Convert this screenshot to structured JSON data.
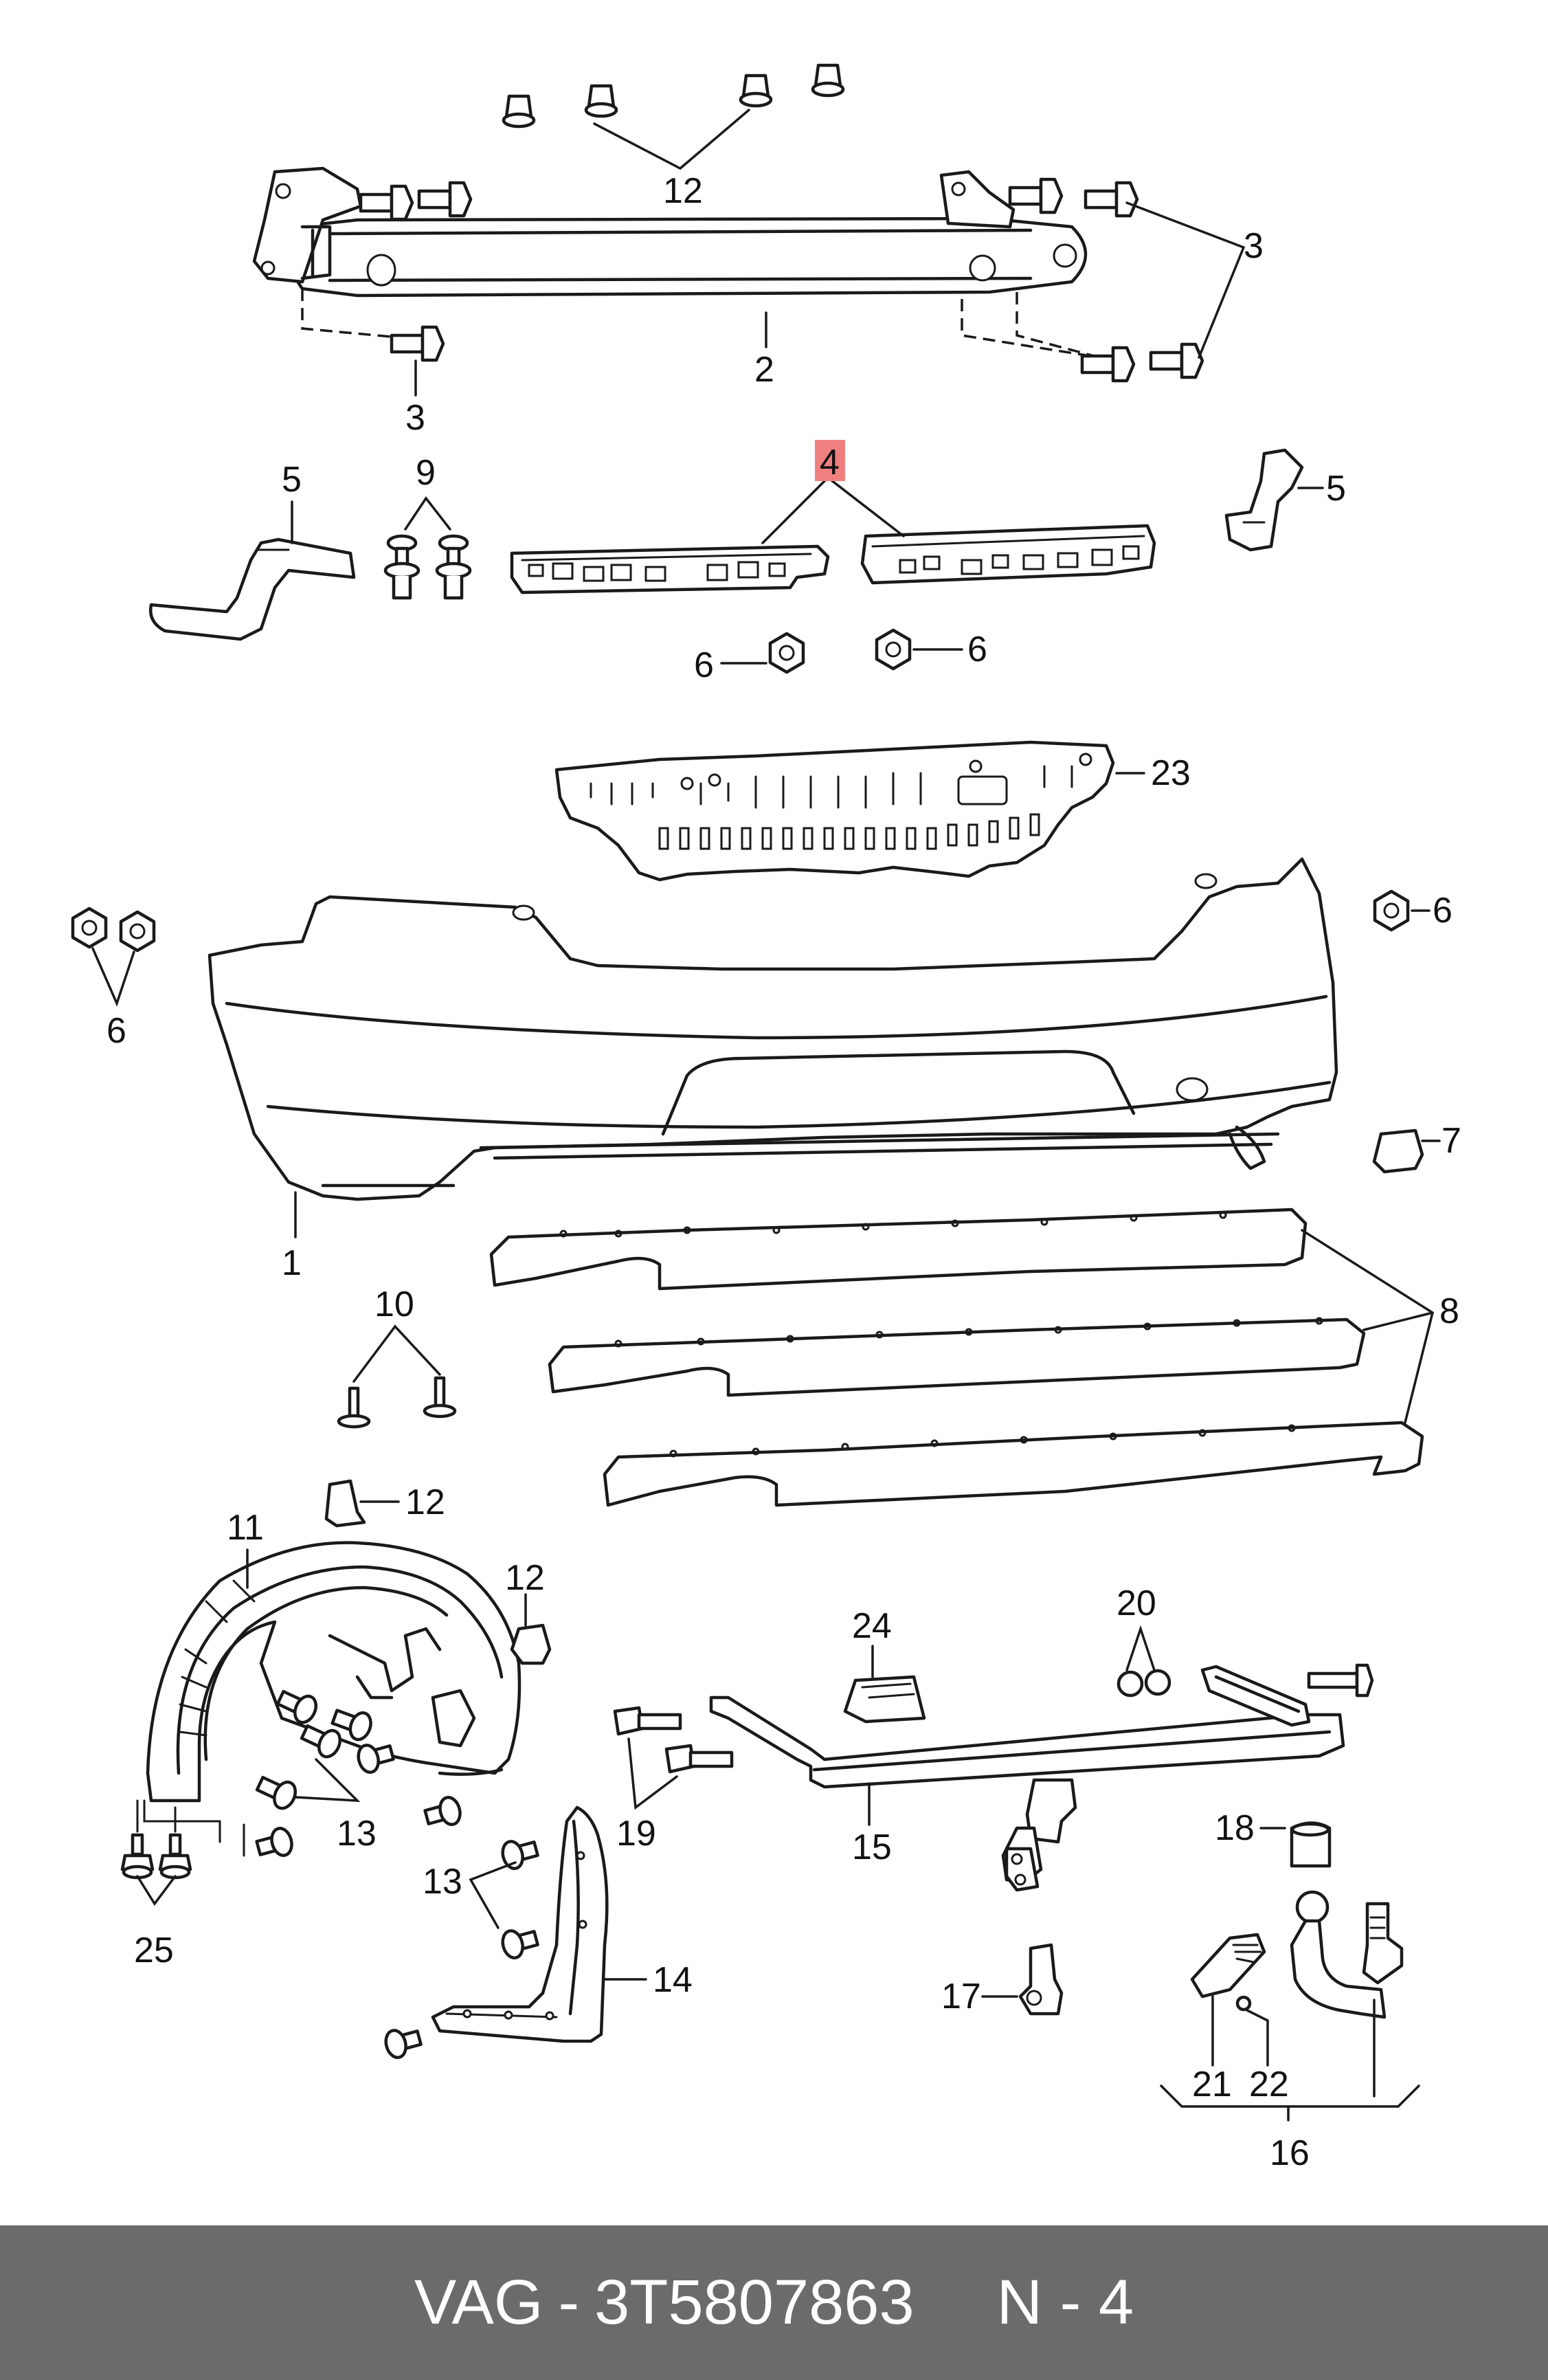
{
  "callouts": {
    "c12_top": "12",
    "c3_right": "3",
    "c2": "2",
    "c3_left": "3",
    "c5_left": "5",
    "c9": "9",
    "c4": "4",
    "c5_right": "5",
    "c6_left_mid": "6",
    "c6_right_mid": "6",
    "c23": "23",
    "c6_left": "6",
    "c6_right": "6",
    "c7": "7",
    "c1": "1",
    "c8": "8",
    "c10": "10",
    "c12_mid": "12",
    "c11": "11",
    "c12_low": "12",
    "c24": "24",
    "c20": "20",
    "c13_a": "13",
    "c19": "19",
    "c15": "15",
    "c18": "18",
    "c25": "25",
    "c13_b": "13",
    "c14": "14",
    "c17": "17",
    "c21": "21",
    "c22": "22",
    "c16": "16"
  },
  "highlighted_callout": "4",
  "highlight_color": "#f08080",
  "footer": {
    "brand": "VAG",
    "separator": "-",
    "part_number": "3T5807863",
    "position_label": "N - 4"
  }
}
